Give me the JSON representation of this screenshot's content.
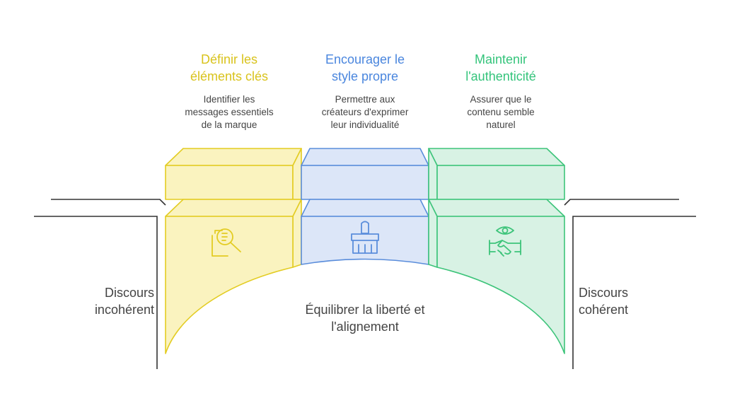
{
  "colors": {
    "yellow_stroke": "#E3CC22",
    "yellow_fill": "#FAF3BF",
    "yellow_text": "#D9C31C",
    "blue_stroke": "#5A8DDB",
    "blue_fill": "#DCE6F8",
    "blue_text": "#4A86DE",
    "green_stroke": "#3DC47A",
    "green_fill": "#D8F2E4",
    "green_text": "#34C47B",
    "line": "#333333",
    "muted_text": "#444444"
  },
  "columns": [
    {
      "key": "yellow",
      "title": "Définir les\néléments clés",
      "description": "Identifier les\nmessages essentiels\nde la marque",
      "icon": "search-document-icon"
    },
    {
      "key": "blue",
      "title": "Encourager le\nstyle propre",
      "description": "Permettre aux\ncréateurs d'exprimer\nleur individualité",
      "icon": "paintbrush-icon"
    },
    {
      "key": "green",
      "title": "Maintenir\nl'authenticité",
      "description": "Assurer que le\ncontenu semble\nnaturel",
      "icon": "eye-handshake-icon"
    }
  ],
  "left_label": "Discours\nincohérent",
  "right_label": "Discours\ncohérent",
  "center_label": "Équilibrer la liberté et\nl'alignement"
}
